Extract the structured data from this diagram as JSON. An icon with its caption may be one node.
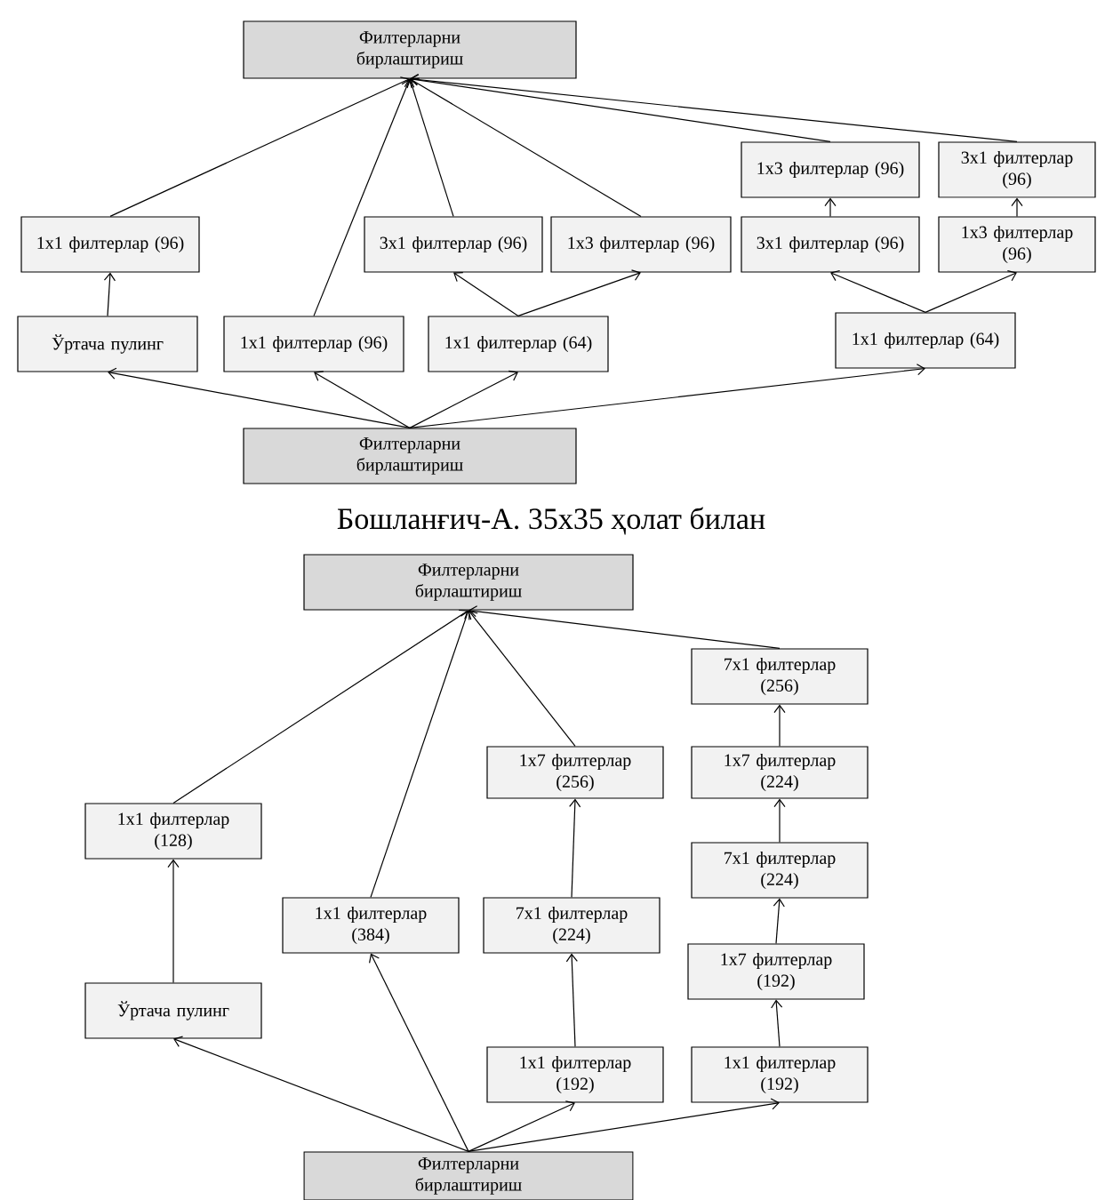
{
  "diagram": {
    "caption": "Бошланғич-А.  35x35 ҳолат билан",
    "nodes": [
      {
        "text": [
          "Филтерларни бирлаштириш"
        ]
      },
      {
        "text": [
          "1x3 филтерлар (96)"
        ]
      },
      {
        "text": [
          "3x1 филтерлар (96)"
        ]
      },
      {
        "text": [
          "1x1 филтерлар (96)"
        ]
      },
      {
        "text": [
          "3x1 филтерлар (96)"
        ]
      },
      {
        "text": [
          "1x3 филтерлар (96)"
        ]
      },
      {
        "text": [
          "3x1 филтерлар (96)"
        ]
      },
      {
        "text": [
          "1x3 филтерлар (96)"
        ]
      },
      {
        "text": [
          "Ўртача пулинг"
        ]
      },
      {
        "text": [
          "1x1 филтерлар (96)"
        ]
      },
      {
        "text": [
          "1x1 филтерлар (64)"
        ]
      },
      {
        "text": [
          "1x1 филтерлар (64)"
        ]
      },
      {
        "text": [
          "Филтерларни бирлаштириш"
        ]
      },
      {
        "text": [
          "Филтерларни бирлаштириш"
        ]
      },
      {
        "text": [
          "7x1 филтерлар (256)"
        ]
      },
      {
        "text": [
          "1x7 филтерлар (256)"
        ]
      },
      {
        "text": [
          "1x7 филтерлар (224)"
        ]
      },
      {
        "text": [
          "1x1 филтерлар (128)"
        ]
      },
      {
        "text": [
          "7x1 филтерлар (224)"
        ]
      },
      {
        "text": [
          "1x1 филтерлар (384)"
        ]
      },
      {
        "text": [
          "7x1 филтерлар (224)"
        ]
      },
      {
        "text": [
          "1x7 филтерлар (192)"
        ]
      },
      {
        "text": [
          "Ўртача пулинг"
        ]
      },
      {
        "text": [
          "1x1 филтерлар (192)"
        ]
      },
      {
        "text": [
          "1x1 филтерлар (192)"
        ]
      },
      {
        "text": [
          "Филтерларни бирлаштириш"
        ]
      }
    ],
    "edges": [
      {
        "from": 3,
        "to": 0,
        "arrow": "to"
      },
      {
        "from": 9,
        "to": 0,
        "arrow": "to"
      },
      {
        "from": 4,
        "to": 0,
        "arrow": "to"
      },
      {
        "from": 5,
        "to": 0,
        "arrow": "to"
      },
      {
        "from": 1,
        "to": 0,
        "arrow": "to"
      },
      {
        "from": 2,
        "to": 0,
        "arrow": "to"
      },
      {
        "from": 6,
        "to": 1,
        "arrow": "to"
      },
      {
        "from": 7,
        "to": 2,
        "arrow": "to"
      },
      {
        "from": 10,
        "to": 4,
        "arrow": "to"
      },
      {
        "from": 10,
        "to": 5,
        "arrow": "to"
      },
      {
        "from": 11,
        "to": 6,
        "arrow": "to"
      },
      {
        "from": 11,
        "to": 7,
        "arrow": "to"
      },
      {
        "from": 8,
        "to": 3,
        "arrow": "to"
      },
      {
        "from": 12,
        "to": 8,
        "arrow": "to"
      },
      {
        "from": 12,
        "to": 9,
        "arrow": "to"
      },
      {
        "from": 12,
        "to": 10,
        "arrow": "to"
      },
      {
        "from": 12,
        "to": 11,
        "arrow": "to"
      },
      {
        "from": 17,
        "to": 13,
        "arrow": "to"
      },
      {
        "from": 19,
        "to": 13,
        "arrow": "to"
      },
      {
        "from": 15,
        "to": 13,
        "arrow": "to"
      },
      {
        "from": 14,
        "to": 13,
        "arrow": "to"
      },
      {
        "from": 16,
        "to": 14,
        "arrow": "to"
      },
      {
        "from": 18,
        "to": 16,
        "arrow": "to"
      },
      {
        "from": 21,
        "to": 18,
        "arrow": "to"
      },
      {
        "from": 24,
        "to": 21,
        "arrow": "to"
      },
      {
        "from": 20,
        "to": 15,
        "arrow": "to"
      },
      {
        "from": 23,
        "to": 20,
        "arrow": "to"
      },
      {
        "from": 22,
        "to": 17,
        "arrow": "to"
      },
      {
        "from": 25,
        "to": 22,
        "arrow": "to"
      },
      {
        "from": 25,
        "to": 19,
        "arrow": "to"
      },
      {
        "from": 25,
        "to": 23,
        "arrow": "to"
      },
      {
        "from": 25,
        "to": 24,
        "arrow": "to"
      }
    ]
  }
}
